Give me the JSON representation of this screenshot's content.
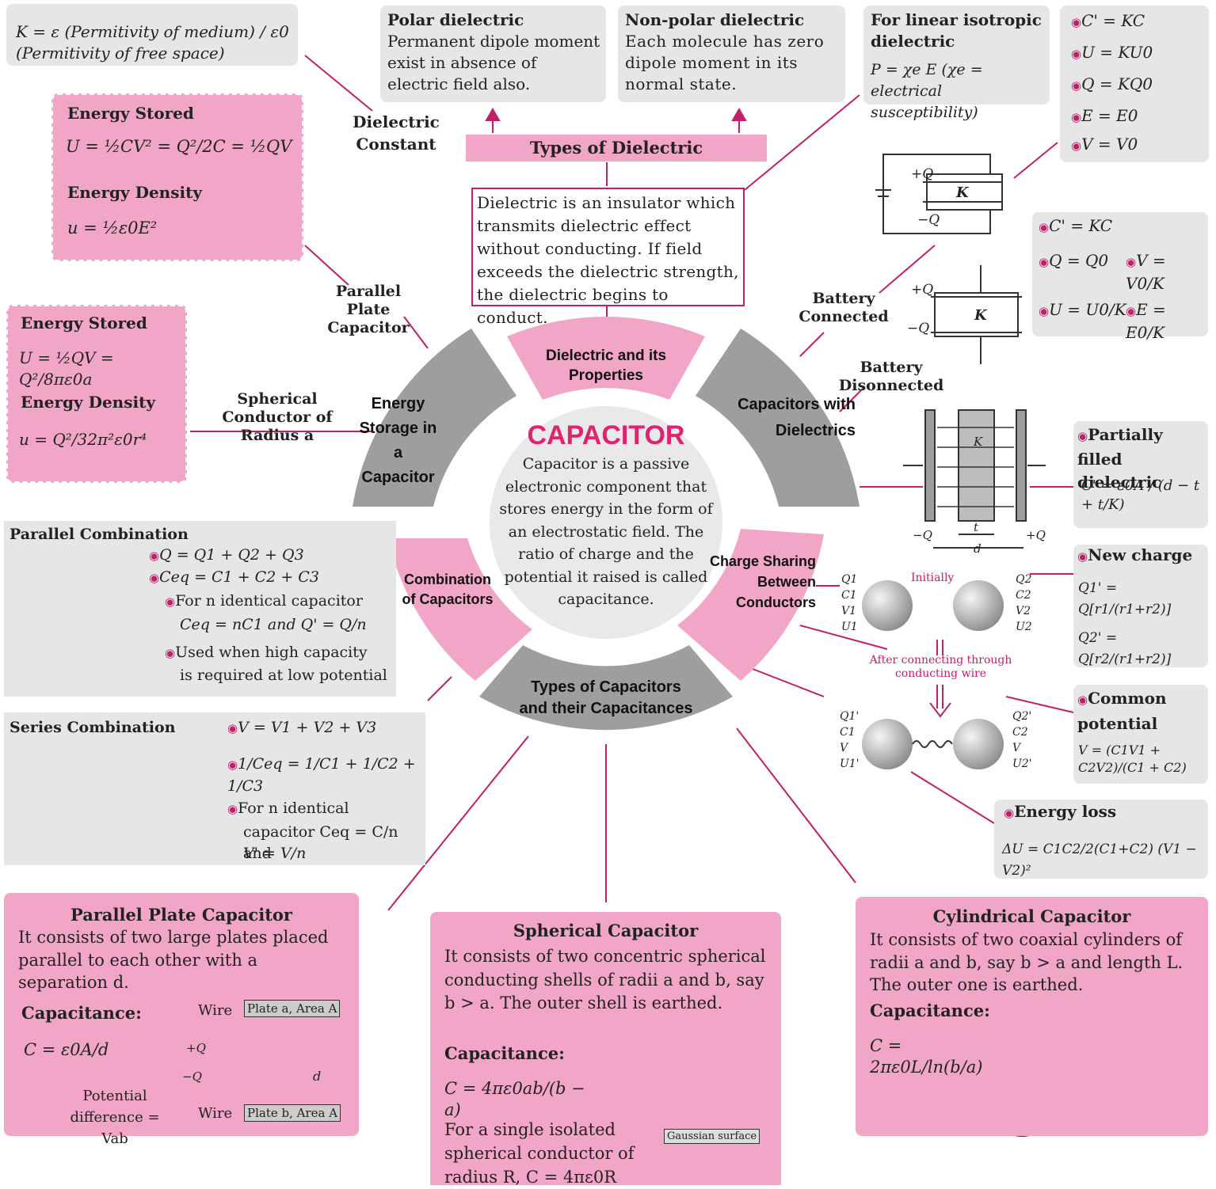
{
  "center": {
    "title": "CAPACITOR",
    "description": "Capacitor is a passive electronic component that stores energy in the form of an electrostatic field. The ratio of charge and the potential it raised is called capacitance."
  },
  "segments": {
    "dielectric": "Dielectric and its Properties",
    "with_dielectrics": "Capacitors with Dielectrics",
    "energy_storage": "Energy Storage in a Capacitor",
    "combination": "Combination of Capacitors",
    "charge_sharing": "Charge Sharing Between Conductors",
    "types": "Types of Capacitors and their Capacitances"
  },
  "dielectric_constant": {
    "formula": "K = ε (Permitivity of medium) / ε0 (Permitivity of free space)",
    "label": "Dielectric Constant"
  },
  "polar": {
    "title": "Polar dielectric",
    "text": "Permanent dipole moment exist in absence of electric field also."
  },
  "nonpolar": {
    "title": "Non-polar dielectric",
    "text": "Each molecule has zero dipole moment in its normal state."
  },
  "types_dielectric": "Types of Dielectric",
  "linear_isotropic": {
    "title": "For linear isotropic dielectric",
    "formula": "P = χe E (χe = electrical susceptibility)"
  },
  "dielectric_def": "Dielectric is an insulator which transmits dielectric effect without conducting. If field exceeds the dielectric strength, the dielectric begins to conduct.",
  "with_battery": {
    "items": [
      "C' = KC",
      "U = KU0",
      "Q = KQ0",
      "E = E0",
      "V = V0"
    ],
    "label": "Battery Connected"
  },
  "without_battery": {
    "items": [
      "C' = KC",
      "Q = Q0",
      "V = V0/K",
      "U = U0/K",
      "E = E0/K"
    ],
    "label": "Battery Disonnected"
  },
  "cap_k": {
    "k": "K",
    "plus": "+Q",
    "minus": "−Q"
  },
  "partially": {
    "title": "Partially filled dielectric",
    "formula": "C' = ε0A / (d − t + t/K)"
  },
  "slab": {
    "k": "K",
    "minus": "−Q",
    "plus": "+Q",
    "t": "t",
    "d": "d"
  },
  "energy_pp": {
    "title1": "Energy Stored",
    "f1": "U = ½CV² = Q²/2C = ½QV",
    "title2": "Energy Density",
    "f2": "u = ½ε0E²",
    "label": "Parallel Plate Capacitor"
  },
  "energy_sph": {
    "title1": "Energy Stored",
    "f1": "U = ½QV = Q²/8πε0a",
    "title2": "Energy Density",
    "f2": "u = Q²/32π²ε0r⁴",
    "label": "Spherical Conductor of Radius a"
  },
  "parallel": {
    "title": "Parallel Combination",
    "items": [
      "Q = Q1 + Q2 + Q3",
      "Ceq = C1 + C2 + C3",
      "For n identical capacitor",
      "Ceq = nC1 and Q' = Q/n",
      "Used when high capacity",
      "is required at low potential"
    ]
  },
  "series": {
    "title": "Series Combination",
    "items": [
      "V = V1 + V2 + V3",
      "1/Ceq = 1/C1 + 1/C2 + 1/C3",
      "For n identical",
      "capacitor Ceq = C/n and",
      "V' = V/n"
    ]
  },
  "sharing": {
    "initially": "Initially",
    "after": "After connecting through conducting wire",
    "left1": [
      "Q1",
      "C1",
      "V1",
      "U1"
    ],
    "right1": [
      "Q2",
      "C2",
      "V2",
      "U2"
    ],
    "left2": [
      "Q1'",
      "C1",
      "V",
      "U1'"
    ],
    "right2": [
      "Q2'",
      "C2",
      "V",
      "U2'"
    ]
  },
  "new_charge": {
    "title": "New charge",
    "f1": "Q1' = Q[r1/(r1+r2)]",
    "f2": "Q2' = Q[r2/(r1+r2)]"
  },
  "common": {
    "title": "Common potential",
    "formula": "V = (C1V1 + C2V2)/(C1 + C2)"
  },
  "energy_loss": {
    "title": "Energy loss",
    "formula": "ΔU = C1C2/2(C1+C2) (V1 − V2)²"
  },
  "pp_cap": {
    "title": "Parallel Plate Capacitor",
    "text": "It consists of two large plates placed parallel to each other with a separation d.",
    "cap_label": "Capacitance:",
    "formula": "C = ε0A/d",
    "wire": "Wire",
    "plate_a": "Plate a, Area A",
    "plate_b": "Plate b, Area A",
    "pd": "Potential difference = Vab",
    "plus": "+Q",
    "minus": "−Q",
    "d": "d"
  },
  "sph_cap": {
    "title": "Spherical Capacitor",
    "text": "It consists of two concentric spherical conducting shells of radii a and b, say b > a. The outer shell is earthed.",
    "cap_label": "Capacitance:",
    "formula": "C = 4πε0ab/(b − a)",
    "text2": "For a single isolated spherical conductor of radius R, C = 4πε0R",
    "gauss": "Gaussian surface"
  },
  "cyl_cap": {
    "title": "Cylindrical Capacitor",
    "text": "It consists of two coaxial cylinders of radii a and b, say b > a and length L. The outer one is earthed.",
    "cap_label": "Capacitance:",
    "formula": "C = 2πε0L/ln(b/a)"
  },
  "colors": {
    "pink": "#f2a6c7",
    "magenta": "#e0457f",
    "gray": "#e6e6e6",
    "dark_gray": "#9e9e9e",
    "title_pink": "#e0226f"
  }
}
